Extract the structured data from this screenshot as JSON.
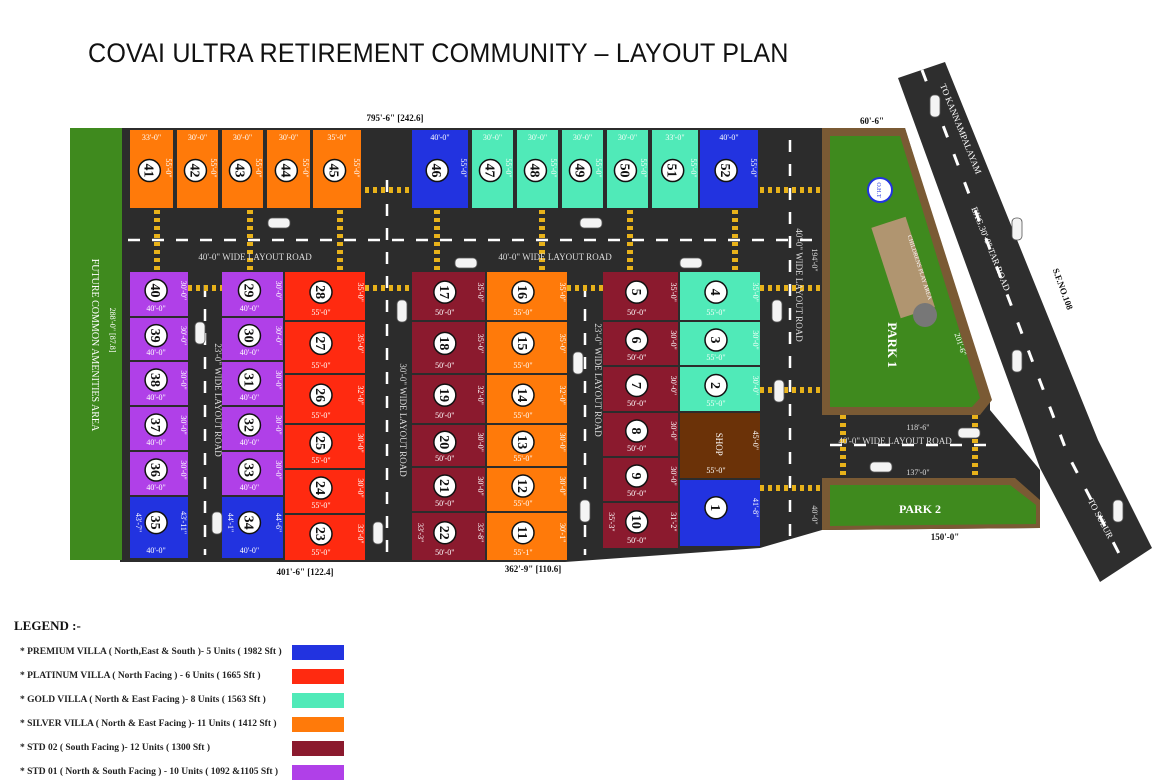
{
  "title": "COVAI ULTRA RETIREMENT COMMUNITY – LAYOUT PLAN",
  "colors": {
    "premium": "#2233e0",
    "platinum": "#ff2a10",
    "gold": "#50eab8",
    "silver": "#ff7a0a",
    "std02": "#8b1a2e",
    "std01": "#b040e8",
    "shop": "#6b3208",
    "road": "#2c2c2c",
    "grass": "#3f8a1e",
    "park_border": "#7a5a34"
  },
  "legend": {
    "title": "LEGEND :-",
    "items": [
      {
        "type": "premium",
        "label": "* PREMIUM VILLA ( North,East & South )-  5 Units  ( 1982 Sft )"
      },
      {
        "type": "platinum",
        "label": "* PLATINUM VILLA ( North Facing ) -  6 Units  ( 1665 Sft )"
      },
      {
        "type": "gold",
        "label": "* GOLD VILLA ( North & East Facing )-  8 Units  ( 1563 Sft )"
      },
      {
        "type": "silver",
        "label": "* SILVER VILLA ( North & East Facing )- 11 Units ( 1412 Sft )"
      },
      {
        "type": "std02",
        "label": "* STD 02 ( South Facing )- 12 Units ( 1300 Sft )"
      },
      {
        "type": "std01",
        "label": "* STD 01 ( North & South Facing ) - 10 Units  ( 1092 &1105 Sft )"
      }
    ]
  },
  "labels": {
    "amenities": "FUTURE COMMON AMENITIES AREA",
    "amenities_dim": "288'-0\" [87.8]",
    "top_dim": "795'-6\" [242.6]",
    "park_top_dim": "60'-6\"",
    "bottom_dim_left": "401'-6\" [122.4]",
    "bottom_dim_mid": "362'-9\" [110.6]",
    "park2_dim": "150'-0\"",
    "road_top_left": "40'-0\" WIDE LAYOUT ROAD",
    "road_top_mid": "40'-0\" WIDE LAYOUT ROAD",
    "road_v1": "23'-0\" WIDE LAYOUT ROAD",
    "road_v2": "30'-0\" WIDE LAYOUT ROAD",
    "road_v3": "23'-0\" WIDE LAYOUT ROAD",
    "road_v4": "40'-0\" WIDE LAYOUT ROAD",
    "road_v4_dim": "194'-0\"",
    "road_park": "40'-0\" WIDE LAYOUT ROAD",
    "road_park_dim_top": "118'-6\"",
    "road_park_dim_bottom": "137'-0\"",
    "road_v4_bottom_dim": "40'-0\"",
    "park1": "PARK 1",
    "park1_dim": "201'-6\"",
    "park2": "PARK 2",
    "oht": "O.H.T",
    "play_area": "CHILDRENS PLAY AREA",
    "main_road_1": "TO KANNAMPALAYAM",
    "main_road_2": "EXG.30'-0\" TAR ROAD",
    "main_road_3": "S.F.NO.108",
    "main_road_4": "TO SULUR"
  },
  "plots": [
    {
      "id": "41",
      "type": "silver",
      "w": "33'-0\"",
      "d": "55'-0\""
    },
    {
      "id": "42",
      "type": "silver",
      "w": "30'-0\"",
      "d": "55'-0\""
    },
    {
      "id": "43",
      "type": "silver",
      "w": "30'-0\"",
      "d": "55'-0\""
    },
    {
      "id": "44",
      "type": "silver",
      "w": "30'-0\"",
      "d": "55'-0\""
    },
    {
      "id": "45",
      "type": "silver",
      "w": "35'-0\"",
      "d": "55'-0\""
    },
    {
      "id": "46",
      "type": "premium",
      "w": "40'-0\"",
      "d": "55'-0\""
    },
    {
      "id": "47",
      "type": "gold",
      "w": "30'-0\"",
      "d": "55'-0\""
    },
    {
      "id": "48",
      "type": "gold",
      "w": "30'-0\"",
      "d": "55'-0\""
    },
    {
      "id": "49",
      "type": "gold",
      "w": "30'-0\"",
      "d": "55'-0\""
    },
    {
      "id": "50",
      "type": "gold",
      "w": "30'-0\"",
      "d": "55'-0\""
    },
    {
      "id": "51",
      "type": "gold",
      "w": "33'-0\"",
      "d": "55'-0\""
    },
    {
      "id": "52",
      "type": "premium",
      "w": "40'-0\"",
      "d": "55'-0\""
    },
    {
      "id": "40",
      "type": "std01",
      "w": "40'-0\"",
      "d": "30'-0\""
    },
    {
      "id": "39",
      "type": "std01",
      "w": "40'-0\"",
      "d": "30'-0\""
    },
    {
      "id": "38",
      "type": "std01",
      "w": "40'-0\"",
      "d": "30'-0\""
    },
    {
      "id": "37",
      "type": "std01",
      "w": "40'-0\"",
      "d": "30'-0\""
    },
    {
      "id": "36",
      "type": "std01",
      "w": "40'-0\"",
      "d": "30'-0\""
    },
    {
      "id": "35",
      "type": "premium",
      "w": "40'-0\"",
      "d": "43'-11\"",
      "d2": "43'-7\""
    },
    {
      "id": "29",
      "type": "std01",
      "w": "40'-0\"",
      "d": "30'-0\""
    },
    {
      "id": "30",
      "type": "std01",
      "w": "40'-0\"",
      "d": "30'-0\""
    },
    {
      "id": "31",
      "type": "std01",
      "w": "40'-0\"",
      "d": "30'-0\""
    },
    {
      "id": "32",
      "type": "std01",
      "w": "40'-0\"",
      "d": "30'-0\""
    },
    {
      "id": "33",
      "type": "std01",
      "w": "40'-0\"",
      "d": "30'-0\""
    },
    {
      "id": "34",
      "type": "premium",
      "w": "40'-0\"",
      "d": "44'-6\"",
      "d2": "44'-1\""
    },
    {
      "id": "28",
      "type": "platinum",
      "w": "55'-0\"",
      "d": "35'-0\""
    },
    {
      "id": "27",
      "type": "platinum",
      "w": "55'-0\"",
      "d": "35'-0\""
    },
    {
      "id": "26",
      "type": "platinum",
      "w": "55'-0\"",
      "d": "32'-0\""
    },
    {
      "id": "25",
      "type": "platinum",
      "w": "55'-0\"",
      "d": "30'-0\""
    },
    {
      "id": "24",
      "type": "platinum",
      "w": "55'-0\"",
      "d": "30'-0\""
    },
    {
      "id": "23",
      "type": "platinum",
      "w": "55'-0\"",
      "d": "33'-0\""
    },
    {
      "id": "17",
      "type": "std02",
      "w": "50'-0\"",
      "d": "35'-0\""
    },
    {
      "id": "18",
      "type": "std02",
      "w": "50'-0\"",
      "d": "35'-0\""
    },
    {
      "id": "19",
      "type": "std02",
      "w": "50'-0\"",
      "d": "32'-0\""
    },
    {
      "id": "20",
      "type": "std02",
      "w": "50'-0\"",
      "d": "30'-0\""
    },
    {
      "id": "21",
      "type": "std02",
      "w": "50'-0\"",
      "d": "30'-0\""
    },
    {
      "id": "22",
      "type": "std02",
      "w": "50'-0\"",
      "d": "33'-8\"",
      "d2": "33'-3\""
    },
    {
      "id": "16",
      "type": "silver",
      "w": "55'-0\"",
      "d": "35'-0\""
    },
    {
      "id": "15",
      "type": "silver",
      "w": "55'-0\"",
      "d": "35'-0\""
    },
    {
      "id": "14",
      "type": "silver",
      "w": "55'-0\"",
      "d": "32'-0\""
    },
    {
      "id": "13",
      "type": "silver",
      "w": "55'-0\"",
      "d": "30'-0\""
    },
    {
      "id": "12",
      "type": "silver",
      "w": "55'-0\"",
      "d": "30'-0\""
    },
    {
      "id": "11",
      "type": "silver",
      "w": "55'-1\"",
      "d": "30'-1\""
    },
    {
      "id": "5",
      "type": "std02",
      "w": "50'-0\"",
      "d": "35'-0\""
    },
    {
      "id": "6",
      "type": "std02",
      "w": "50'-0\"",
      "d": "30'-0\""
    },
    {
      "id": "7",
      "type": "std02",
      "w": "50'-0\"",
      "d": "30'-0\""
    },
    {
      "id": "8",
      "type": "std02",
      "w": "50'-0\"",
      "d": "30'-0\""
    },
    {
      "id": "9",
      "type": "std02",
      "w": "50'-0\"",
      "d": "30'-0\""
    },
    {
      "id": "10",
      "type": "std02",
      "w": "50'-0\"",
      "d": "31'-2\"",
      "d2": "35'-3\""
    },
    {
      "id": "4",
      "type": "gold",
      "w": "55'-0\"",
      "d": "35'-0\""
    },
    {
      "id": "3",
      "type": "gold",
      "w": "55'-0\"",
      "d": "30'-0\""
    },
    {
      "id": "2",
      "type": "gold",
      "w": "55'-0\"",
      "d": "30'-0\""
    },
    {
      "id": "SHOP",
      "type": "shop",
      "w": "55'-0\"",
      "d": "45'-0\""
    },
    {
      "id": "1",
      "type": "premium",
      "d": "41'-8\""
    }
  ]
}
